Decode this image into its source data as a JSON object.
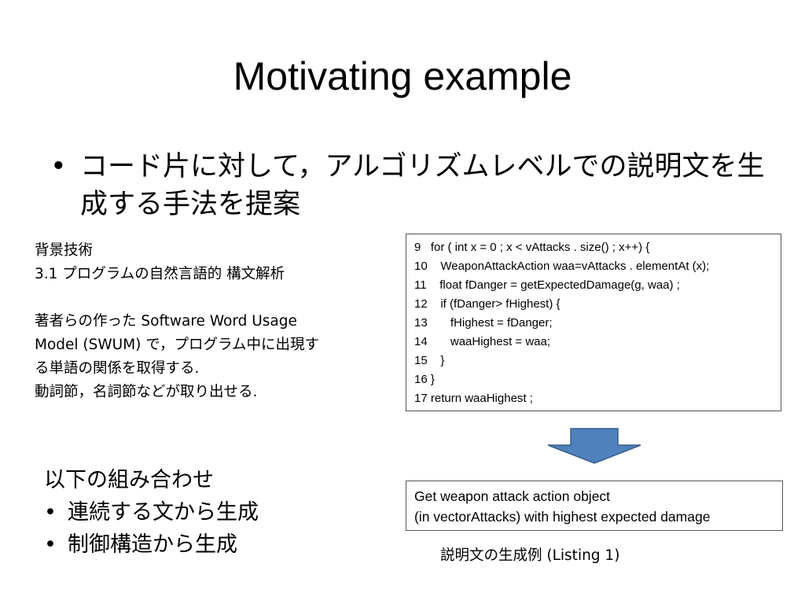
{
  "slide": {
    "title": "Motivating example",
    "main_bullet": {
      "marker": "•",
      "text": "コード片に対して，アルゴリズムレベルでの説明文を生成する手法を提案"
    },
    "background": {
      "heading": "背景技術",
      "reference": "3.1 プログラムの自然言語的 構文解析",
      "lines": [
        "著者らの作った Software Word Usage",
        "Model (SWUM) で，プログラム中に出現す",
        "る単語の関係を取得する.",
        "動詞節，名詞節などが取り出せる."
      ]
    },
    "code": {
      "lines": [
        "9   for ( int x = 0 ; x < vAttacks . size() ; x++) {",
        "10    WeaponAttackAction waa=vAttacks . elementAt (x);",
        "11    float fDanger = getExpectedDamage(g, waa) ;",
        "12    if (fDanger> fHighest) {",
        "13       fHighest = fDanger;",
        "14       waaHighest = waa;",
        "15    }",
        "16 }",
        "17 return waaHighest ;"
      ]
    },
    "arrow": {
      "icon": "down-arrow-icon",
      "fill": "#4f81bd",
      "stroke": "#385d8a"
    },
    "description": {
      "lines": [
        "Get weapon attack action object",
        "(in vectorAttacks) with highest expected damage"
      ]
    },
    "combination": {
      "heading": "以下の組み合わせ",
      "marker": "•",
      "items": [
        "連続する文から生成",
        "制御構造から生成"
      ]
    },
    "caption": "説明文の生成例 (Listing 1)"
  }
}
